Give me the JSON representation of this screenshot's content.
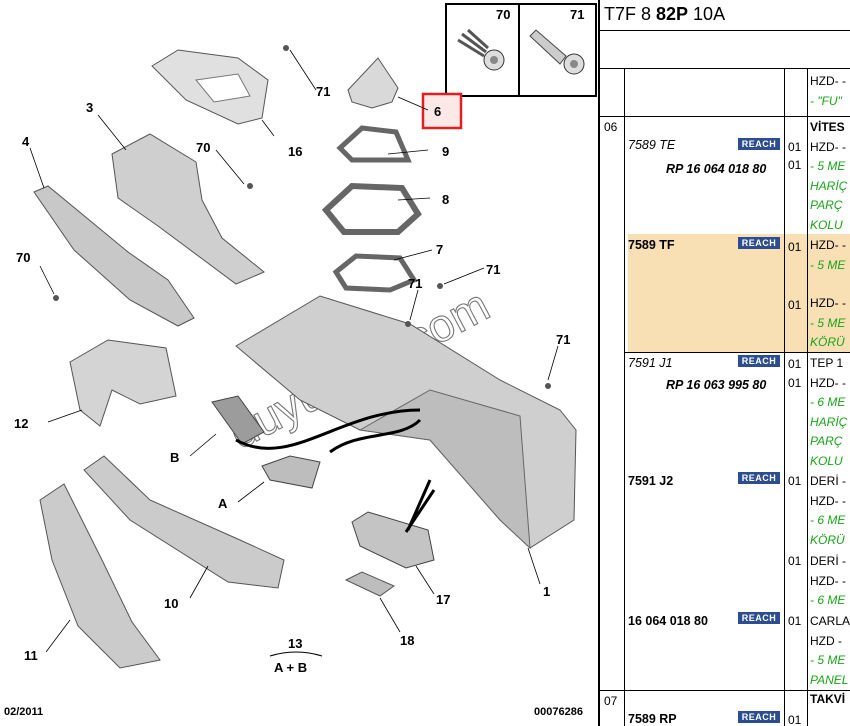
{
  "diagram": {
    "callouts": {
      "c1": "1",
      "c3": "3",
      "c4": "4",
      "c6": "6",
      "c7": "7",
      "c8": "8",
      "c9": "9",
      "c10": "10",
      "c11": "11",
      "c12": "12",
      "c16": "16",
      "c17": "17",
      "c18": "18",
      "c70a": "70",
      "c70b": "70",
      "c71a": "71",
      "c71b": "71",
      "c71c": "71",
      "c71d": "71",
      "cA": "A",
      "cB": "B",
      "c13": "13",
      "c13sub": "A + B"
    },
    "inset": {
      "left_label": "70",
      "right_label": "71"
    },
    "watermark": "duyukoto.com",
    "footer_left": "02/2011",
    "footer_right": "00076286",
    "colors": {
      "highlight_box": "#e02020"
    }
  },
  "panel": {
    "header_pre": "T7F 8 ",
    "header_bold": "82P",
    "header_post": " 10A",
    "top": {
      "l1": "HZD- -",
      "l2": "- \"FU\""
    },
    "sections": [
      {
        "num": "06"
      },
      {
        "num": "07"
      }
    ],
    "parts": [
      {
        "ref": "7589 TE",
        "rp": "RP 16 064 018 80"
      },
      {
        "ref": "7589 TF"
      },
      {
        "ref": "7591 J1",
        "rp": "RP 16 063 995 80"
      },
      {
        "ref": "7591 J2"
      },
      {
        "ref": "16 064 018 80"
      },
      {
        "ref": "7589 RP"
      }
    ],
    "reach_label": "REACH",
    "qty": "01",
    "desc": {
      "te": [
        "VİTES",
        "HZD- -",
        "- 5 ME",
        "HARİÇ",
        "PARÇ",
        "KOLU"
      ],
      "tf": [
        "HZD- -",
        "- 5 ME",
        "HZD- -",
        "- 5 ME",
        "KÖRÜ"
      ],
      "j1": [
        "TEP 1",
        "HZD- -",
        "- 6 ME",
        "HARİÇ",
        "PARÇ",
        "KOLU"
      ],
      "j2": [
        "DERİ -",
        "HZD- -",
        "- 6 ME",
        "KÖRÜ"
      ],
      "j2b": [
        "DERİ -",
        "HZD- -",
        "- 6 ME"
      ],
      "carl": [
        "CARLA",
        "HZD -",
        "- 5 ME",
        "PANEL"
      ],
      "takv": "TAKVİ"
    },
    "colors": {
      "reach_bg": "#2c4d8f",
      "highlight": "#f9dfb4",
      "note_green": "#19a319"
    }
  }
}
